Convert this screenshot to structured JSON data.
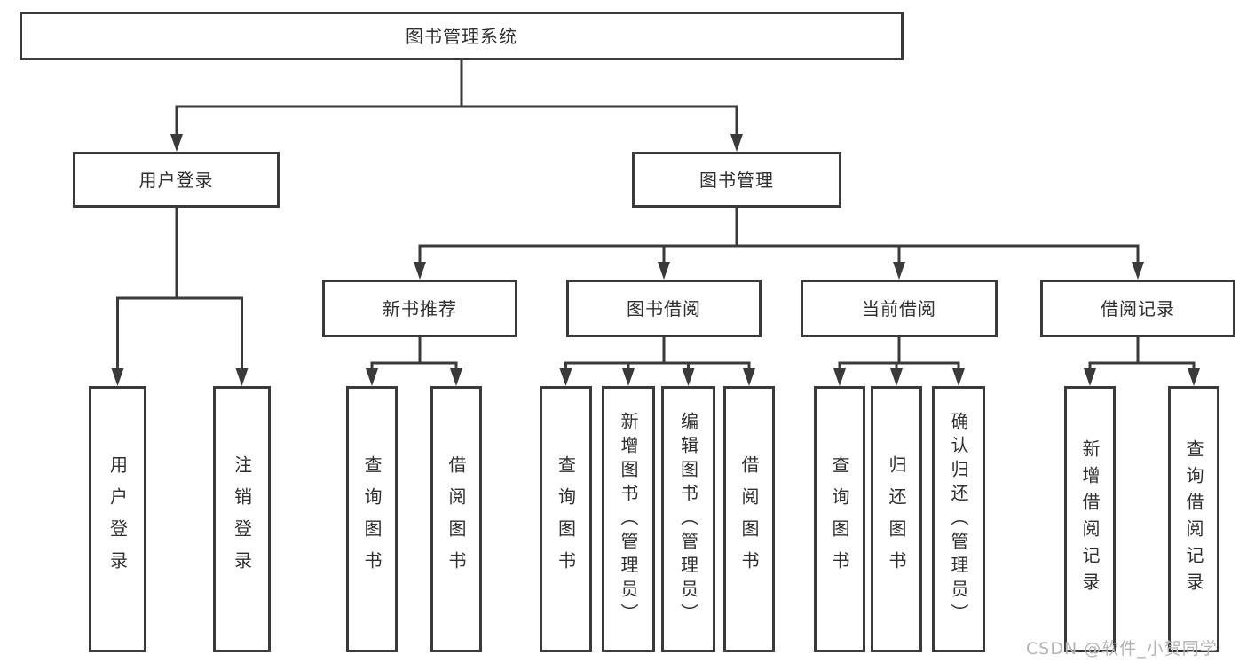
{
  "tree": {
    "root": "图书管理系统",
    "branches": [
      {
        "label": "用户登录",
        "children": [
          "用户登录",
          "注销登录"
        ]
      },
      {
        "label": "图书管理",
        "sections": [
          {
            "label": "新书推荐",
            "children": [
              "查询图书",
              "借阅图书"
            ]
          },
          {
            "label": "图书借阅",
            "children": [
              "查询图书",
              "新增图书（管理员）",
              "编辑图书（管理员）",
              "借阅图书"
            ]
          },
          {
            "label": "当前借阅",
            "children": [
              "查询图书",
              "归还图书",
              "确认归还（管理员）"
            ]
          },
          {
            "label": "借阅记录",
            "children": [
              "新增借阅记录",
              "查询借阅记录"
            ]
          }
        ]
      }
    ]
  },
  "watermark": {
    "text": "CSDN @软件_小贺同学"
  },
  "colors": {
    "line": "#3a3a3a",
    "box_border": "#3a3a3a",
    "box_background": "#ffffff",
    "text": "#2f2f2f",
    "watermark": "#b4b4b4",
    "page_background": "#ffffff"
  }
}
